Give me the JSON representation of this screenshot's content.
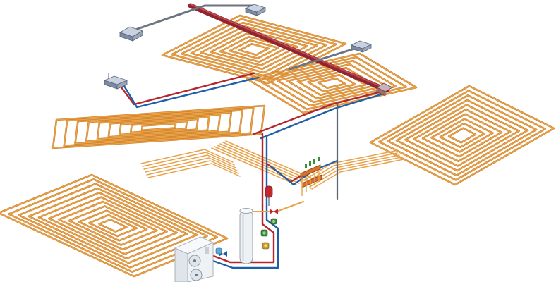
{
  "diagram": {
    "colors": {
      "background": "#ffffff",
      "floor_loop": "#e8a24a",
      "loop_outline": "#c9781f",
      "supply_pipe": "#b3262e",
      "return_pipe": "#1f5fa8",
      "duct_trunk": "#8f2530",
      "riser_grey": "#5b6470",
      "fan_coil_body": "#9aa6b8",
      "outdoor_unit": "#e9edf1",
      "manifold": "#d9702a",
      "pump_green": "#3c8c3a",
      "tank": "#eef1f4"
    },
    "components": [
      {
        "key": "fan_coil_unit",
        "icon": "fan-coil-icon",
        "count": 4
      },
      {
        "key": "outdoor_heat_pump",
        "icon": "heat-pump-fan-icon",
        "count": 1
      },
      {
        "key": "buffer_tank",
        "icon": "tank-icon",
        "count": 1
      },
      {
        "key": "expansion_vessel",
        "icon": "expansion-vessel-icon",
        "count": 1
      },
      {
        "key": "circulation_pump",
        "icon": "pump-icon",
        "count": 3
      },
      {
        "key": "underfloor_manifold",
        "icon": "manifold-icon",
        "count": 1
      },
      {
        "key": "underfloor_heating_loop",
        "icon": "spiral-loop-icon",
        "count": 5
      }
    ]
  }
}
